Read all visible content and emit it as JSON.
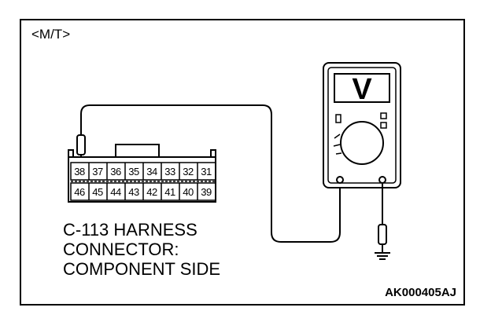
{
  "header_label": "<M/T>",
  "connector": {
    "top_row_pins": [
      "38",
      "37",
      "36",
      "35",
      "34",
      "33",
      "32",
      "31"
    ],
    "bottom_row_pins": [
      "46",
      "45",
      "44",
      "43",
      "42",
      "41",
      "40",
      "39"
    ]
  },
  "caption": {
    "line1": "C-113 HARNESS",
    "line2": "CONNECTOR:",
    "line3": "COMPONENT SIDE"
  },
  "meter": {
    "display_symbol": "V"
  },
  "figure_code": "AK000405AJ"
}
